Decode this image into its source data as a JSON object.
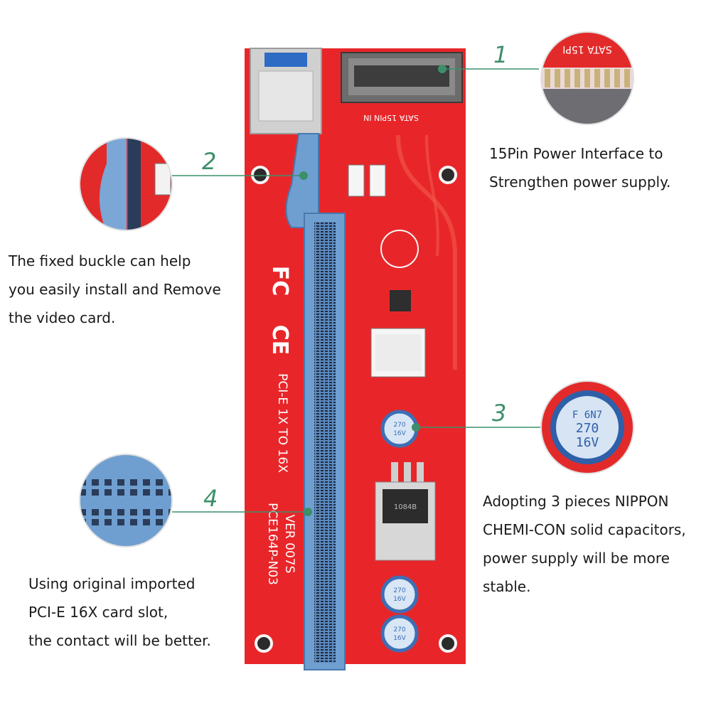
{
  "accent_color": "#3c8f6a",
  "board_color": "#e8262a",
  "slot_color": "#6f9fd0",
  "callouts": [
    {
      "number": "1",
      "lines": [
        "15Pin Power Interface to",
        "Strengthen power supply."
      ]
    },
    {
      "number": "2",
      "lines": [
        "The fixed buckle can help",
        "you easily install and Remove",
        "the video card."
      ]
    },
    {
      "number": "3",
      "lines": [
        "Adopting 3 pieces NIPPON",
        "CHEMI-CON solid capacitors,",
        "power supply will be more",
        "stable."
      ]
    },
    {
      "number": "4",
      "lines": [
        "Using original imported",
        "PCI-E 16X card slot,",
        "the contact will be better."
      ]
    }
  ],
  "board": {
    "model_line1": "PCE164P-N03",
    "model_line2": "VER 007S",
    "spec": "PCI-E 1X TO 16X",
    "fc_mark": "FC",
    "ce_mark": "CE",
    "sata_label": "SATA 15PIN IN",
    "cap_text_1": "270",
    "cap_text_2": "16V",
    "chip_text": "1084B",
    "zoom1_text": "SATA 15PI",
    "zoom3_line1": "F  6N7",
    "zoom3_line2": "270",
    "zoom3_line3": "16V"
  }
}
